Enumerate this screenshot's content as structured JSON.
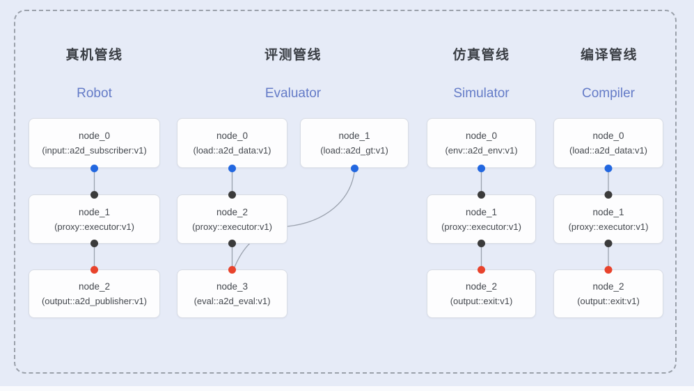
{
  "colors": {
    "canvas_bg": "#e6ebf7",
    "dashed_border": "#9aa0aa",
    "line": "#9aa1ad",
    "dot_blue": "#2267e0",
    "dot_black": "#3b3b3b",
    "dot_red": "#e8432c",
    "box_bg": "#fdfdfe",
    "box_border": "#d8dce4",
    "box_text": "#43474d",
    "title_cn": "#3a3e44",
    "title_en": "#647bc7",
    "bottom_strip": "#f9fafd"
  },
  "icons": {
    "input_port_dot": "blue circle",
    "proxy_port_dot": "black circle",
    "output_port_dot": "red circle"
  },
  "pipelines": [
    {
      "id": "robot",
      "title_cn": "真机管线",
      "title_en": "Robot",
      "nodes": [
        {
          "name": "node_0",
          "type": "(input::a2d_subscriber:v1)"
        },
        {
          "name": "node_1",
          "type": "(proxy::executor:v1)"
        },
        {
          "name": "node_2",
          "type": "(output::a2d_publisher:v1)"
        }
      ]
    },
    {
      "id": "evaluator",
      "title_cn": "评测管线",
      "title_en": "Evaluator",
      "nodes": [
        {
          "name": "node_0",
          "type": "(load::a2d_data:v1)"
        },
        {
          "name": "node_1",
          "type": "(load::a2d_gt:v1)"
        },
        {
          "name": "node_2",
          "type": "(proxy::executor:v1)"
        },
        {
          "name": "node_3",
          "type": "(eval::a2d_eval:v1)"
        }
      ]
    },
    {
      "id": "simulator",
      "title_cn": "仿真管线",
      "title_en": "Simulator",
      "nodes": [
        {
          "name": "node_0",
          "type": "(env::a2d_env:v1)"
        },
        {
          "name": "node_1",
          "type": "(proxy::executor:v1)"
        },
        {
          "name": "node_2",
          "type": "(output::exit:v1)"
        }
      ]
    },
    {
      "id": "compiler",
      "title_cn": "编译管线",
      "title_en": "Compiler",
      "nodes": [
        {
          "name": "node_0",
          "type": "(load::a2d_data:v1)"
        },
        {
          "name": "node_1",
          "type": "(proxy::executor:v1)"
        },
        {
          "name": "node_2",
          "type": "(output::exit:v1)"
        }
      ]
    }
  ]
}
